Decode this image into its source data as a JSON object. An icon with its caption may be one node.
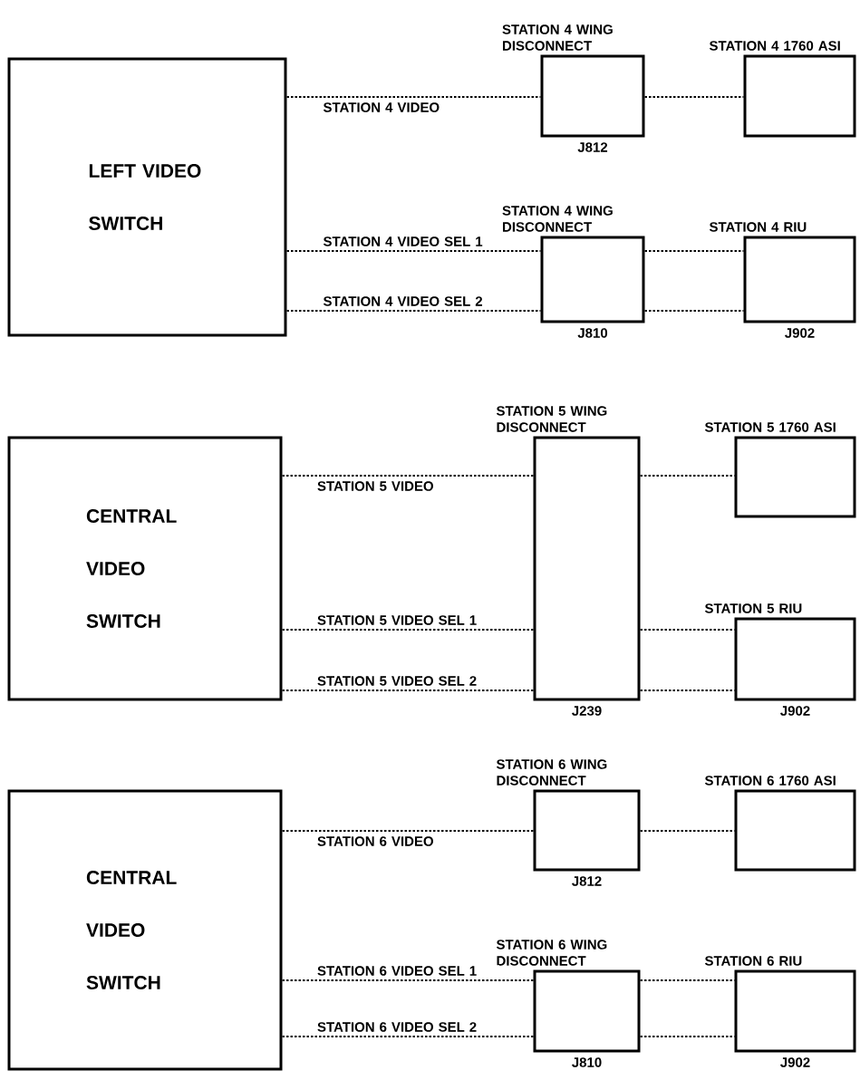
{
  "diagram": {
    "nodes": [
      {
        "text": [
          "LEFT VIDEO SWITCH"
        ]
      },
      {
        "text": [
          "STATION 4 WING DISCONNECT"
        ],
        "beside": [
          "J812"
        ]
      },
      {
        "text": [
          "STATION 4 1760 ASI"
        ]
      },
      {
        "text": [
          "STATION 4 WING DISCONNECT"
        ],
        "beside": [
          "J810"
        ]
      },
      {
        "text": [
          "STATION 4 RIU"
        ],
        "beside": [
          "J902"
        ]
      },
      {
        "text": [
          "CENTRAL VIDEO SWITCH"
        ]
      },
      {
        "text": [
          "STATION 5 WING DISCONNECT"
        ],
        "beside": [
          "J239"
        ]
      },
      {
        "text": [
          "STATION 5 1760 ASI"
        ]
      },
      {
        "text": [
          "STATION 5 RIU"
        ],
        "beside": [
          "J902"
        ]
      },
      {
        "text": [
          "CENTRAL VIDEO SWITCH"
        ]
      },
      {
        "text": [
          "STATION 6 WING DISCONNECT"
        ],
        "beside": [
          "J812"
        ]
      },
      {
        "text": [
          "STATION 6 1760 ASI"
        ]
      },
      {
        "text": [
          "STATION 6 WING DISCONNECT"
        ],
        "beside": [
          "J810"
        ]
      },
      {
        "text": [
          "STATION 6 RIU"
        ],
        "beside": [
          "J902"
        ]
      }
    ],
    "edges": [
      {
        "from": 0,
        "to": 1,
        "arrow": "none",
        "label": "STATION 4 VIDEO"
      },
      {
        "from": 1,
        "to": 2,
        "arrow": "none"
      },
      {
        "from": 0,
        "to": 3,
        "arrow": "none",
        "label": "STATION 4 VIDEO SEL 1"
      },
      {
        "from": 3,
        "to": 4,
        "arrow": "none"
      },
      {
        "from": 0,
        "to": 3,
        "arrow": "none",
        "label": "STATION 4 VIDEO SEL 2"
      },
      {
        "from": 3,
        "to": 4,
        "arrow": "none"
      },
      {
        "from": 5,
        "to": 6,
        "arrow": "none",
        "label": "STATION 5 VIDEO"
      },
      {
        "from": 6,
        "to": 7,
        "arrow": "none"
      },
      {
        "from": 5,
        "to": 6,
        "arrow": "none",
        "label": "STATION 5 VIDEO SEL 1"
      },
      {
        "from": 6,
        "to": 8,
        "arrow": "none"
      },
      {
        "from": 5,
        "to": 6,
        "arrow": "none",
        "label": "STATION 5 VIDEO SEL 2"
      },
      {
        "from": 6,
        "to": 8,
        "arrow": "none"
      },
      {
        "from": 9,
        "to": 10,
        "arrow": "none",
        "label": "STATION 6 VIDEO"
      },
      {
        "from": 10,
        "to": 11,
        "arrow": "none"
      },
      {
        "from": 9,
        "to": 12,
        "arrow": "none",
        "label": "STATION 6 VIDEO SEL 1"
      },
      {
        "from": 12,
        "to": 13,
        "arrow": "none"
      },
      {
        "from": 9,
        "to": 12,
        "arrow": "none",
        "label": "STATION 6 VIDEO SEL 2"
      },
      {
        "from": 12,
        "to": 13,
        "arrow": "none"
      }
    ]
  }
}
